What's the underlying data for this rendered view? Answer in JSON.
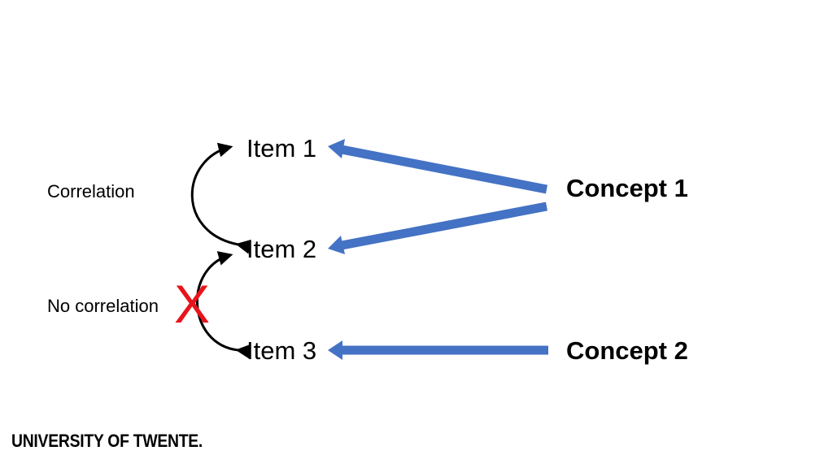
{
  "items": [
    "Item 1",
    "Item 2",
    "Item 3"
  ],
  "concepts": [
    "Concept 1",
    "Concept 2"
  ],
  "relations": {
    "correlation_label": "Correlation",
    "no_correlation_label": "No correlation",
    "no_correlation_mark": "X"
  },
  "footer": {
    "logo_text": "UNIVERSITY OF TWENTE."
  },
  "colors": {
    "arrow_blue": "#4472c4",
    "curve": "#000000",
    "cross_red": "#e8141b"
  },
  "links": [
    {
      "from": "Concept 1",
      "to": "Item 1"
    },
    {
      "from": "Concept 1",
      "to": "Item 2"
    },
    {
      "from": "Concept 2",
      "to": "Item 3"
    }
  ]
}
